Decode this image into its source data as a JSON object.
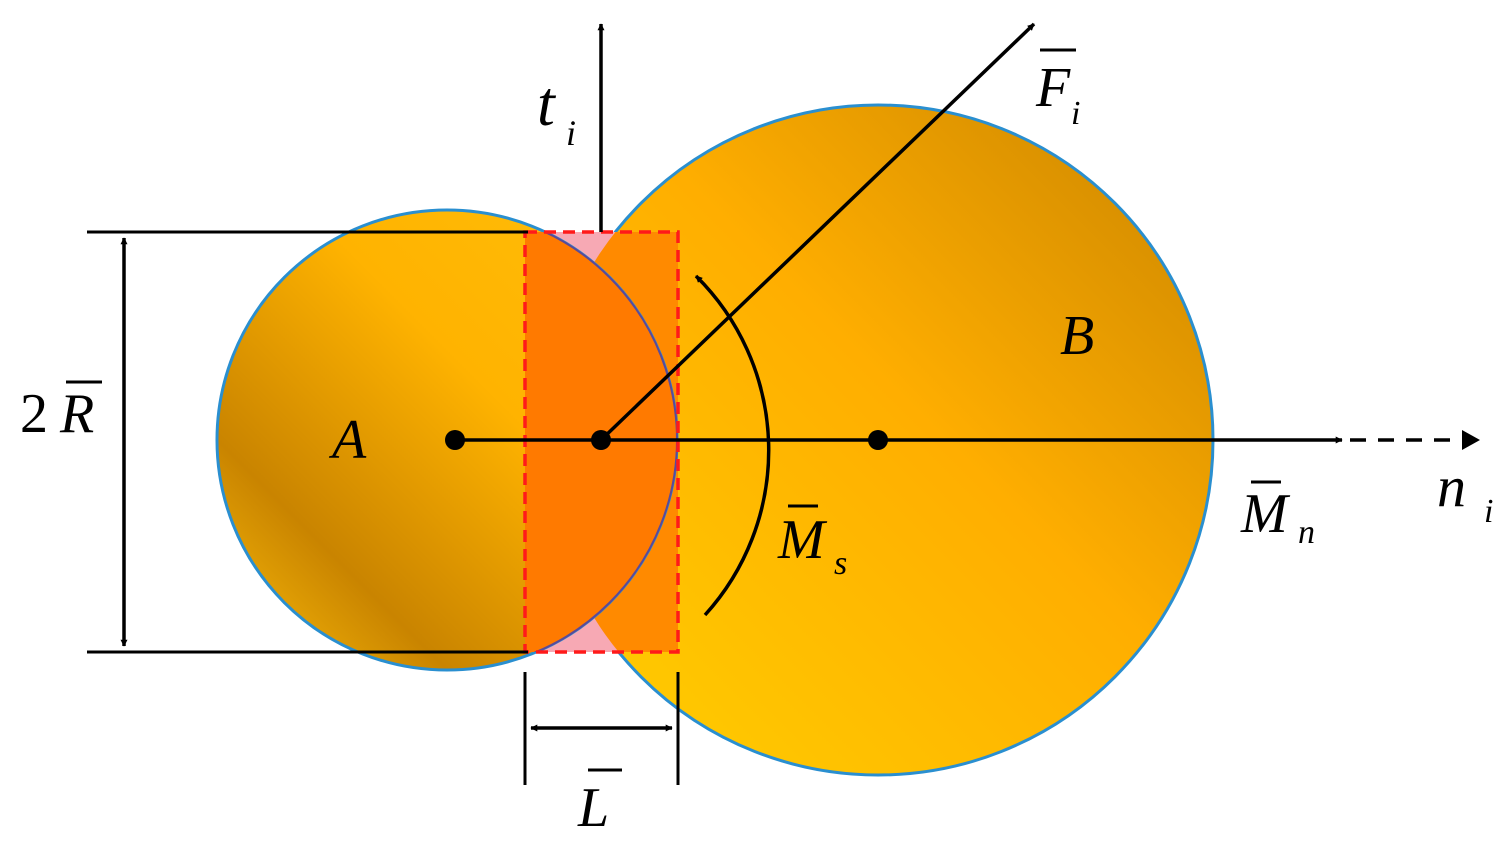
{
  "particles": {
    "a": {
      "label": "A"
    },
    "b": {
      "label": "B"
    }
  },
  "labels": {
    "tangent_axis": {
      "main": "t",
      "sub": "i"
    },
    "normal_axis": {
      "main": "n",
      "sub": "i"
    },
    "force": {
      "main": "F",
      "sub": "i"
    },
    "diameter": {
      "prefix": "2",
      "main": "R"
    },
    "bond_length": {
      "main": "L"
    },
    "bending_moment": {
      "main": "M",
      "sub": "s"
    },
    "twisting_moment": {
      "main": "M",
      "sub": "n"
    }
  },
  "colors": {
    "particle_light": "#ffc20a",
    "particle_dark": "#c98400",
    "particle_outline": "#2a8fd0",
    "bond_fill": "#ff7a00",
    "bond_outline": "#ff1a1a",
    "overlap_pink": "#f7a9b4",
    "line": "#000000"
  }
}
